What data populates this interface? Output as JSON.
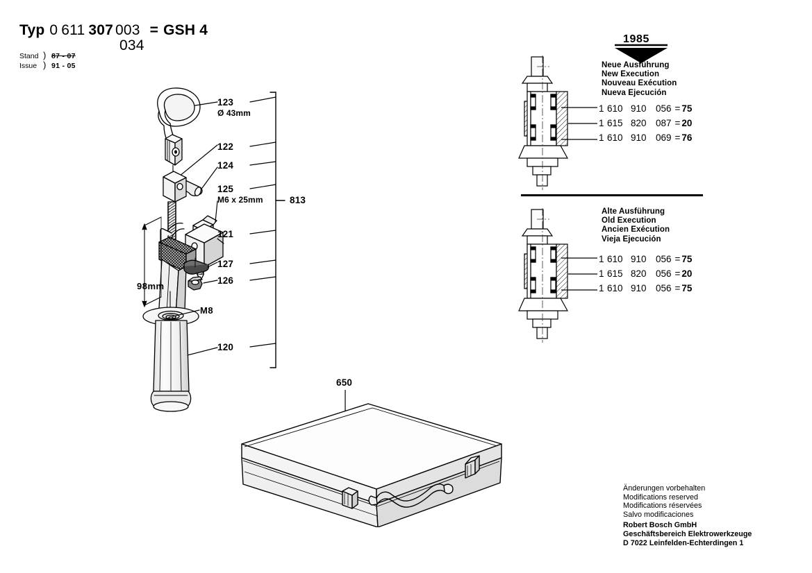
{
  "header": {
    "typ_label": "Typ",
    "typ_number_prefix": "0",
    "typ_group_1": "611",
    "typ_group_2": "307",
    "typ_variant_1": "003",
    "typ_variant_2": "034",
    "equals": "=",
    "model": "GSH 4",
    "issue": {
      "label_de": "Stand",
      "label_en": "Issue",
      "brace": ")",
      "date_old": "87 - 07",
      "date_current": "91 - 05"
    }
  },
  "exploded_view": {
    "bracket_label": "813",
    "callouts": [
      {
        "id": "c123",
        "number": "123",
        "sub": "Ø 43mm"
      },
      {
        "id": "c122",
        "number": "122",
        "sub": ""
      },
      {
        "id": "c124",
        "number": "124",
        "sub": ""
      },
      {
        "id": "c125",
        "number": "125",
        "sub": "M6 x 25mm"
      },
      {
        "id": "c121",
        "number": "121",
        "sub": ""
      },
      {
        "id": "c127",
        "number": "127",
        "sub": ""
      },
      {
        "id": "c126",
        "number": "126",
        "sub": ""
      },
      {
        "id": "c120",
        "number": "120",
        "sub": ""
      }
    ],
    "dimension_height": "98mm",
    "thread_spec": "M8"
  },
  "case": {
    "callout": "650"
  },
  "panels": [
    {
      "id": "new-execution",
      "year": "1985",
      "languages": [
        "Neue Ausführung",
        "New Execution",
        "Nouveau Exécution",
        "Nueva Ejecución"
      ],
      "parts": [
        {
          "a": "1",
          "b": "610",
          "c": "910",
          "d": "056",
          "eq": "=",
          "qty": "75"
        },
        {
          "a": "1",
          "b": "615",
          "c": "820",
          "d": "087",
          "eq": "=",
          "qty": "20"
        },
        {
          "a": "1",
          "b": "610",
          "c": "910",
          "d": "069",
          "eq": "=",
          "qty": "76"
        }
      ]
    },
    {
      "id": "old-execution",
      "year": "",
      "languages": [
        "Alte Ausführung",
        "Old Execution",
        "Ancien Exécution",
        "Vieja Ejecución"
      ],
      "parts": [
        {
          "a": "1",
          "b": "610",
          "c": "910",
          "d": "056",
          "eq": "=",
          "qty": "75"
        },
        {
          "a": "1",
          "b": "615",
          "c": "820",
          "d": "056",
          "eq": "=",
          "qty": "20"
        },
        {
          "a": "1",
          "b": "610",
          "c": "910",
          "d": "056",
          "eq": "=",
          "qty": "75"
        }
      ]
    }
  ],
  "footer": {
    "disclaimer": [
      "Änderungen vorbehalten",
      "Modifications reserved",
      "Modifications réservées",
      "Salvo modificaciones"
    ],
    "company": "Robert Bosch GmbH",
    "division": "Geschäftsbereich Elektrowerkzeuge",
    "address": "D 7022 Leinfelden-Echterdingen 1"
  },
  "colors": {
    "ink": "#000000",
    "paper": "#ffffff",
    "shade_light": "#ececec",
    "shade_mid": "#d6d6d6"
  }
}
